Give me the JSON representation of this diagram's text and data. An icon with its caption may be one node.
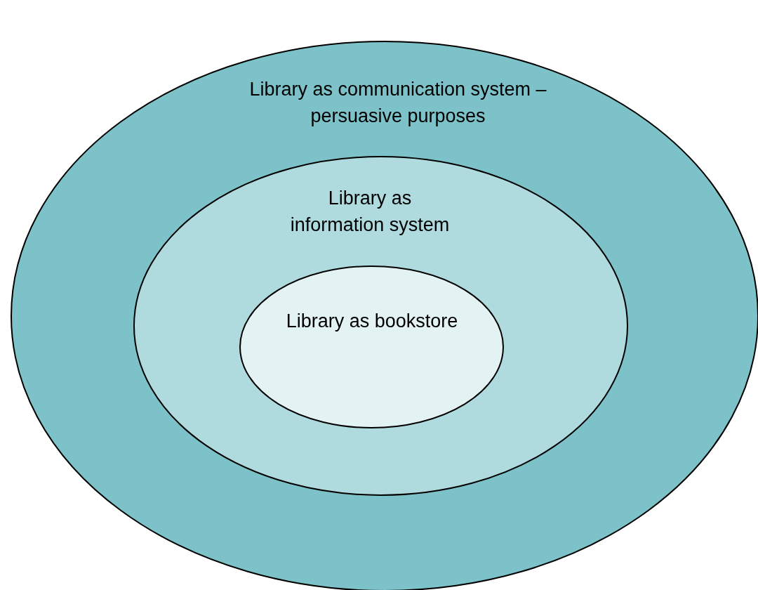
{
  "diagram": {
    "nodes": [
      {
        "text": [
          "Library as communication system – persuasive purposes"
        ]
      },
      {
        "text": [
          "Library as information system"
        ],
        "in": 0
      },
      {
        "text": [
          "Library as bookstore"
        ],
        "in": 1
      }
    ]
  }
}
